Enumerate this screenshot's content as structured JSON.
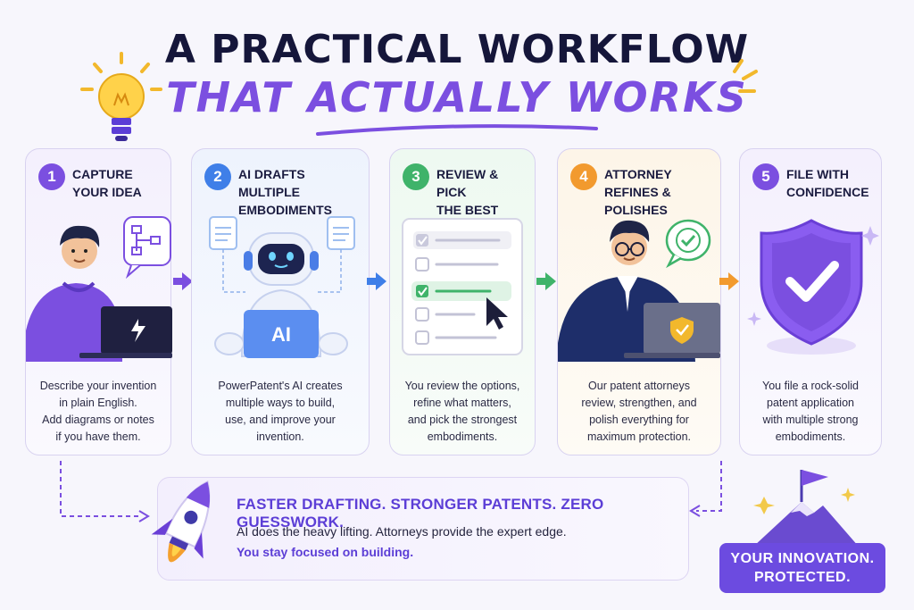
{
  "title": {
    "line1": "A PRACTICAL WORKFLOW",
    "line2": "THAT ACTUALLY WORKS"
  },
  "steps": [
    {
      "number": "1",
      "heading_1": "CAPTURE",
      "heading_2": "YOUR IDEA",
      "desc_1": "Describe your invention",
      "desc_2": "in plain English.",
      "desc_3": "Add diagrams or notes",
      "desc_4": "if you have them.",
      "color": "#7b4fe0"
    },
    {
      "number": "2",
      "heading_1": "AI DRAFTS MULTIPLE",
      "heading_2": "EMBODIMENTS",
      "desc_1": "PowerPatent's AI creates",
      "desc_2": "multiple ways to build,",
      "desc_3": "use, and improve your",
      "desc_4": "invention.",
      "badge_text": "AI",
      "color": "#3f7fe8"
    },
    {
      "number": "3",
      "heading_1": "REVIEW & PICK",
      "heading_2": "THE BEST",
      "desc_1": "You review the options,",
      "desc_2": "refine what matters,",
      "desc_3": "and pick the strongest",
      "desc_4": "embodiments.",
      "color": "#3fb36a"
    },
    {
      "number": "4",
      "heading_1": "ATTORNEY",
      "heading_2": "REFINES & POLISHES",
      "desc_1": "Our patent attorneys",
      "desc_2": "review, strengthen, and",
      "desc_3": "polish everything for",
      "desc_4": "maximum protection.",
      "color": "#f29a2e"
    },
    {
      "number": "5",
      "heading_1": "FILE WITH",
      "heading_2": "CONFIDENCE",
      "desc_1": "You file a rock-solid",
      "desc_2": "patent application",
      "desc_3": "with multiple strong",
      "desc_4": "embodiments.",
      "color": "#7b4fe0"
    }
  ],
  "banner": {
    "title": "FASTER DRAFTING. STRONGER PATENTS. ZERO GUESSWORK.",
    "line1": "AI does the heavy lifting. Attorneys provide the expert edge.",
    "line2": "You stay focused on building."
  },
  "badge": {
    "line1": "YOUR INNOVATION.",
    "line2": "PROTECTED."
  },
  "icons": [
    "lightbulb-icon",
    "flowchart-icon",
    "laptop-icon",
    "robot-icon",
    "document-icon",
    "checklist-icon",
    "cursor-icon",
    "check-bubble-icon",
    "shield-check-icon",
    "rocket-icon",
    "flag-mountain-icon",
    "arrow-right-icon",
    "sparkle-icon"
  ],
  "colors": {
    "accent": "#7b4fe0",
    "title": "#15163a",
    "step2": "#3f7fe8",
    "step3": "#3fb36a",
    "step4": "#f29a2e"
  }
}
